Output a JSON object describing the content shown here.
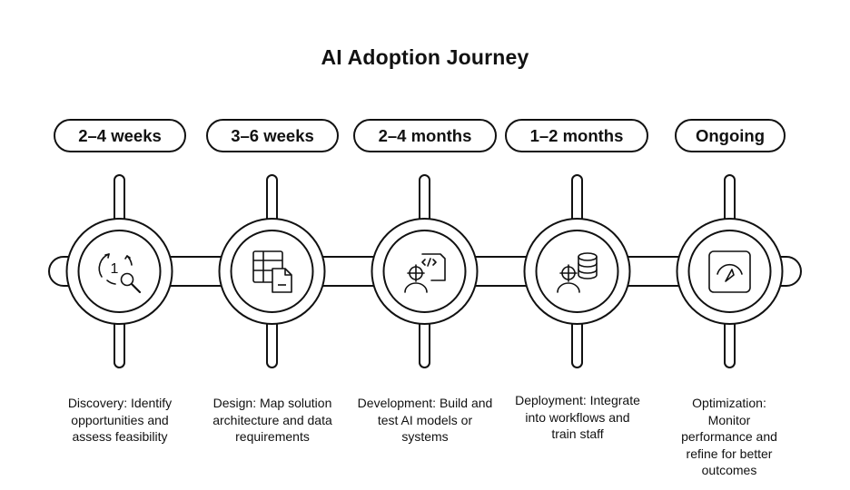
{
  "title": "AI Adoption Journey",
  "stages": [
    {
      "duration": "2–4 weeks",
      "description": "Discovery: Identify opportunities and assess feasibility",
      "icon": "search-refresh-icon"
    },
    {
      "duration": "3–6 weeks",
      "description": "Design: Map solution architecture and data requirements",
      "icon": "table-document-icon"
    },
    {
      "duration": "2–4 months",
      "description": "Development: Build and test AI models or systems",
      "icon": "developer-code-icon"
    },
    {
      "duration": "1–2 months",
      "description": "Deployment: Integrate into workflows and train staff",
      "icon": "user-database-icon"
    },
    {
      "duration": "Ongoing",
      "description": "Optimization: Monitor performance and refine for better outcomes",
      "icon": "gauge-icon"
    }
  ],
  "icon_glyph_1": "1"
}
